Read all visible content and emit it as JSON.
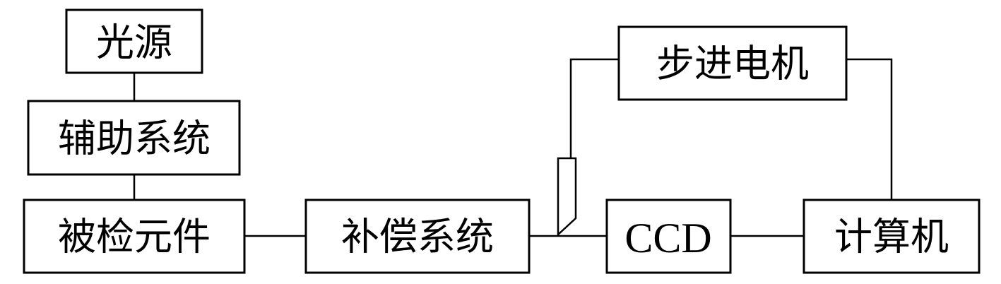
{
  "nodes": {
    "light_source": "光源",
    "auxiliary_system": "辅助系统",
    "inspected_element": "被检元件",
    "compensation_system": "补偿系统",
    "stepper_motor": "步进电机",
    "ccd": "CCD",
    "computer": "计算机"
  },
  "colors": {
    "line": "#000000",
    "background": "#ffffff"
  }
}
